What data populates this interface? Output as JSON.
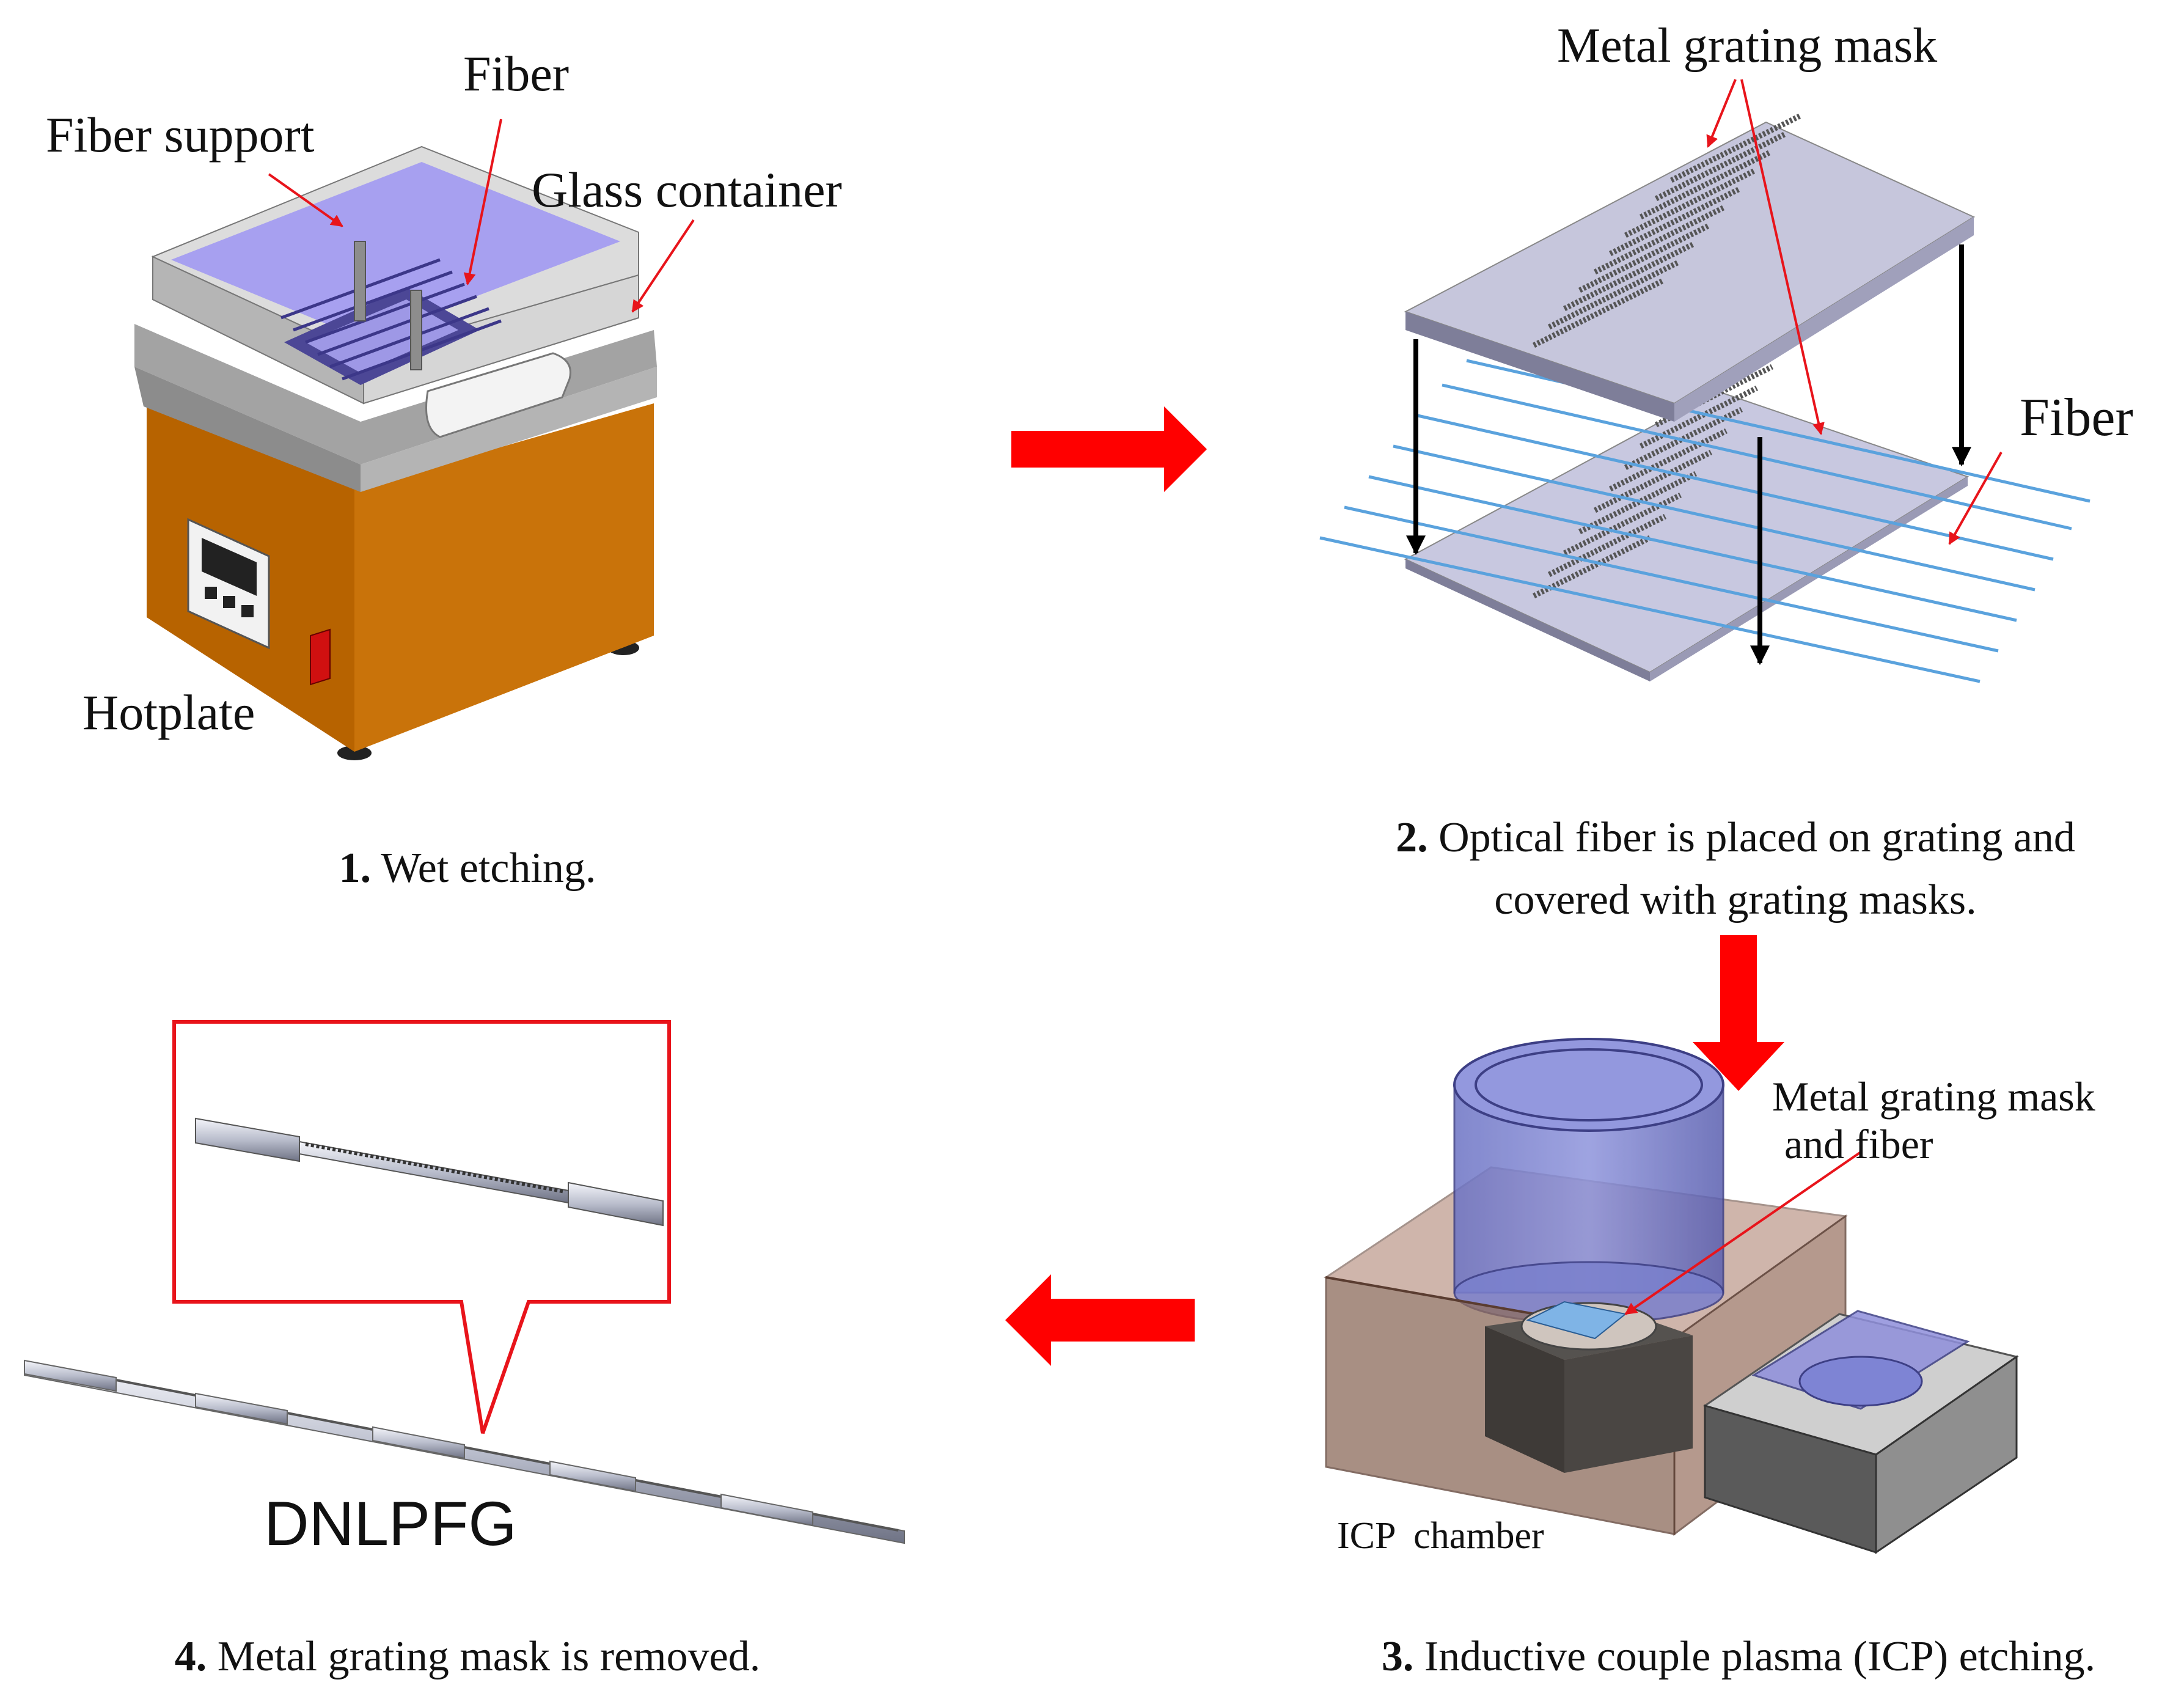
{
  "panel1": {
    "labels": {
      "fiber": "Fiber",
      "fiber_support": "Fiber support",
      "glass_container": "Glass container",
      "hotplate": "Hotplate"
    },
    "caption_num": "1.",
    "caption_text": " Wet etching."
  },
  "panel2": {
    "labels": {
      "metal_grating_mask": "Metal grating mask",
      "fiber": "Fiber"
    },
    "caption_num": "2.",
    "caption_line1": " Optical fiber is placed on grating and",
    "caption_line2": "covered with grating masks."
  },
  "panel3": {
    "labels": {
      "mask_line1": "Metal grating mask",
      "mask_line2": "and fiber",
      "icp_chamber": "ICP  chamber"
    },
    "caption_num": "3.",
    "caption_text": " Inductive couple plasma (ICP) etching."
  },
  "panel4": {
    "labels": {
      "dnlpfg": "DNLPFG"
    },
    "caption_num": "4.",
    "caption_text": " Metal grating mask is removed."
  },
  "colors": {
    "flow_arrow": "#ff0000",
    "callout": "#e8141b",
    "hotplate_body": "#c56a00",
    "liquid": "#a7a0f0",
    "fiber_line": "#5aa2dd",
    "chamber": "#8c6a5a"
  }
}
